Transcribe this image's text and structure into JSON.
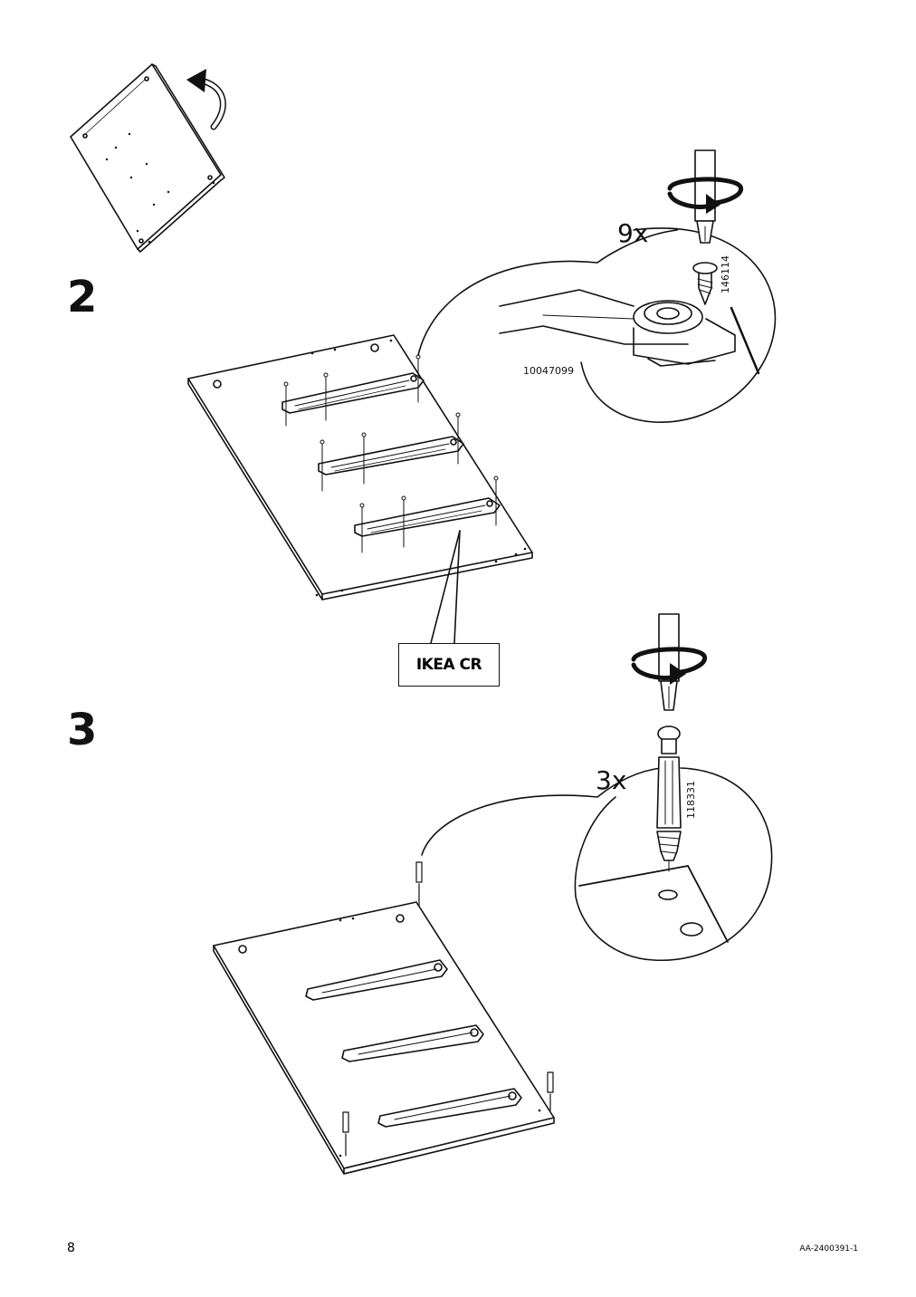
{
  "steps": [
    {
      "number": "2",
      "quantity": "9x",
      "screw_part_no": "146114",
      "rail_part_no": "10047099",
      "label_box": "IKEA CR"
    },
    {
      "number": "3",
      "quantity": "3x",
      "dowel_part_no": "118331"
    }
  ],
  "footer": {
    "page_number": "8",
    "doc_code": "AA-2400391-1"
  },
  "icons": [
    "flip-arrow-icon",
    "screwdriver-icon",
    "rotation-arrow-icon"
  ]
}
